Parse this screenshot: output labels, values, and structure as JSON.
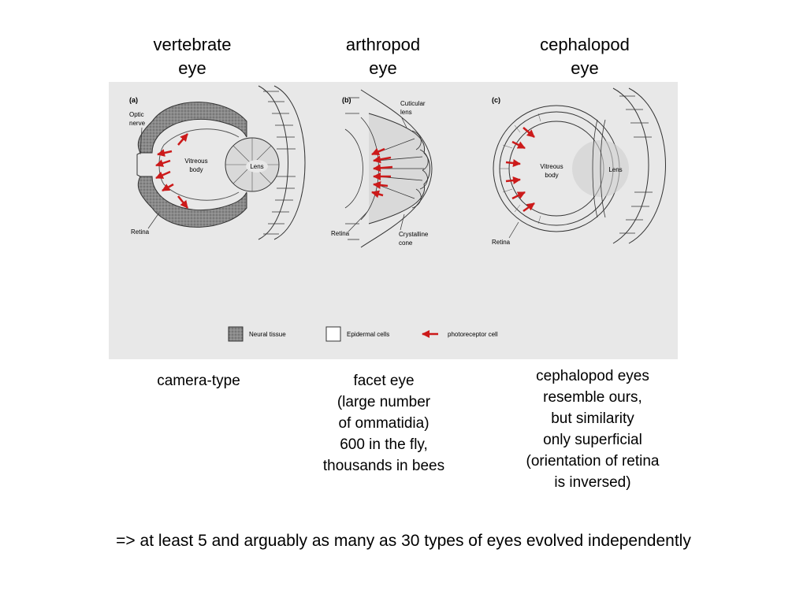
{
  "titles": {
    "vertebrate": "vertebrate\neye",
    "arthropod": "arthropod\neye",
    "cephalopod": "cephalopod\neye"
  },
  "figure": {
    "panel_a": {
      "letter": "(a)",
      "optic_nerve": [
        "Optic",
        "nerve"
      ],
      "vitreous": [
        "Vitreous",
        "body"
      ],
      "lens": "Lens",
      "retina": "Retina"
    },
    "panel_b": {
      "letter": "(b)",
      "cuticular_lens": [
        "Cuticular",
        "lens"
      ],
      "retina": "Retina",
      "crystalline_cone": [
        "Crystalline",
        "cone"
      ]
    },
    "panel_c": {
      "letter": "(c)",
      "vitreous": [
        "Vitreous",
        "body"
      ],
      "lens": "Lens",
      "retina": "Retina"
    },
    "legend": {
      "neural": "Neural tissue",
      "epidermal": "Epidermal cells",
      "photoreceptor": "photoreceptor cell"
    },
    "colors": {
      "background": "#e8e8e8",
      "neural": "#8a8a8a",
      "photoreceptor": "#cc1a1a"
    }
  },
  "captions": {
    "vertebrate": "camera-type",
    "arthropod": "facet eye\n(large number\nof ommatidia)\n600 in the fly,\nthousands in bees",
    "cephalopod": "cephalopod eyes\nresemble ours,\nbut similarity\nonly superficial\n(orientation of retina\nis inversed)"
  },
  "conclusion": "=> at least 5 and arguably as many as 30 types of eyes evolved independently"
}
